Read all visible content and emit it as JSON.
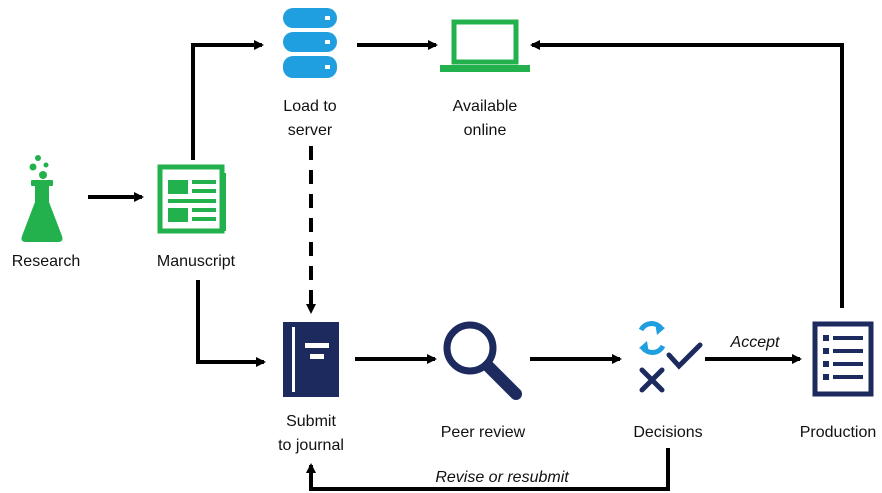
{
  "colors": {
    "green": "#22b14c",
    "blue": "#1f9ee0",
    "navy": "#1c2a5e",
    "arrow": "#000000",
    "text": "#111111"
  },
  "nodes": {
    "research": {
      "label": "Research",
      "icon": "flask-icon"
    },
    "manuscript": {
      "label": "Manuscript",
      "icon": "newspaper-icon"
    },
    "server": {
      "line1": "Load to",
      "line2": "server",
      "icon": "database-icon"
    },
    "online": {
      "line1": "Available",
      "line2": "online",
      "icon": "laptop-icon"
    },
    "journal": {
      "line1": "Submit",
      "line2": "to journal",
      "icon": "book-icon"
    },
    "peer_review": {
      "label": "Peer review",
      "icon": "magnifier-icon"
    },
    "decisions": {
      "label": "Decisions",
      "icon": "decisions-icon"
    },
    "production": {
      "label": "Production",
      "icon": "checklist-icon"
    }
  },
  "edges": {
    "accept": "Accept",
    "revise": "Revise or resubmit"
  }
}
